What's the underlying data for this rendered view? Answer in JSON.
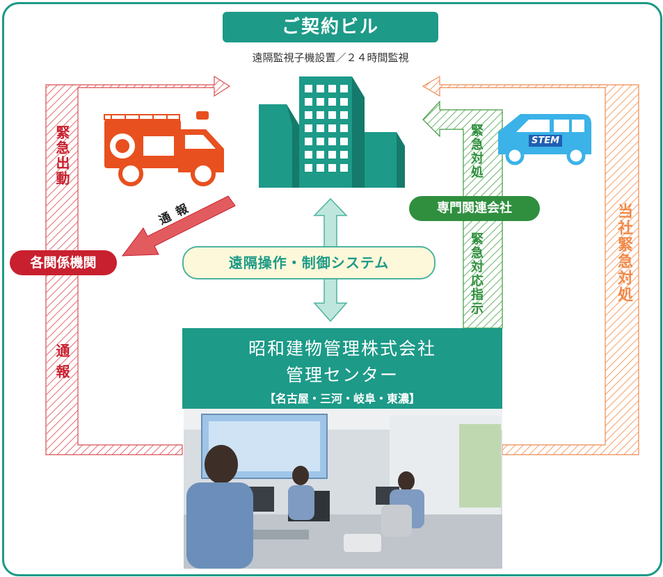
{
  "title": "ご契約ビル",
  "subtitle": "遠隔監視子機設置／２４時間監視",
  "left_side": {
    "emergency_dispatch": "緊急出動",
    "report_upper": "通報",
    "report_lower": "通報",
    "agencies": "各関係機関"
  },
  "center": {
    "system": "遠隔操作・制御システム"
  },
  "right_side": {
    "related_company": "専門関連会社",
    "emergency_response": "緊急対処",
    "emergency_instruction": "緊急対応指示",
    "company_emergency": "当社緊急対処"
  },
  "center_box": {
    "company": "昭和建物管理株式会社",
    "center_name": "管理センター",
    "locations": "【名古屋・三河・岐阜・東濃】"
  },
  "van_logo": "STEM",
  "colors": {
    "teal": "#1d9a88",
    "red": "#c8202e",
    "green": "#2f8f3e",
    "orange": "#f08a4b"
  }
}
